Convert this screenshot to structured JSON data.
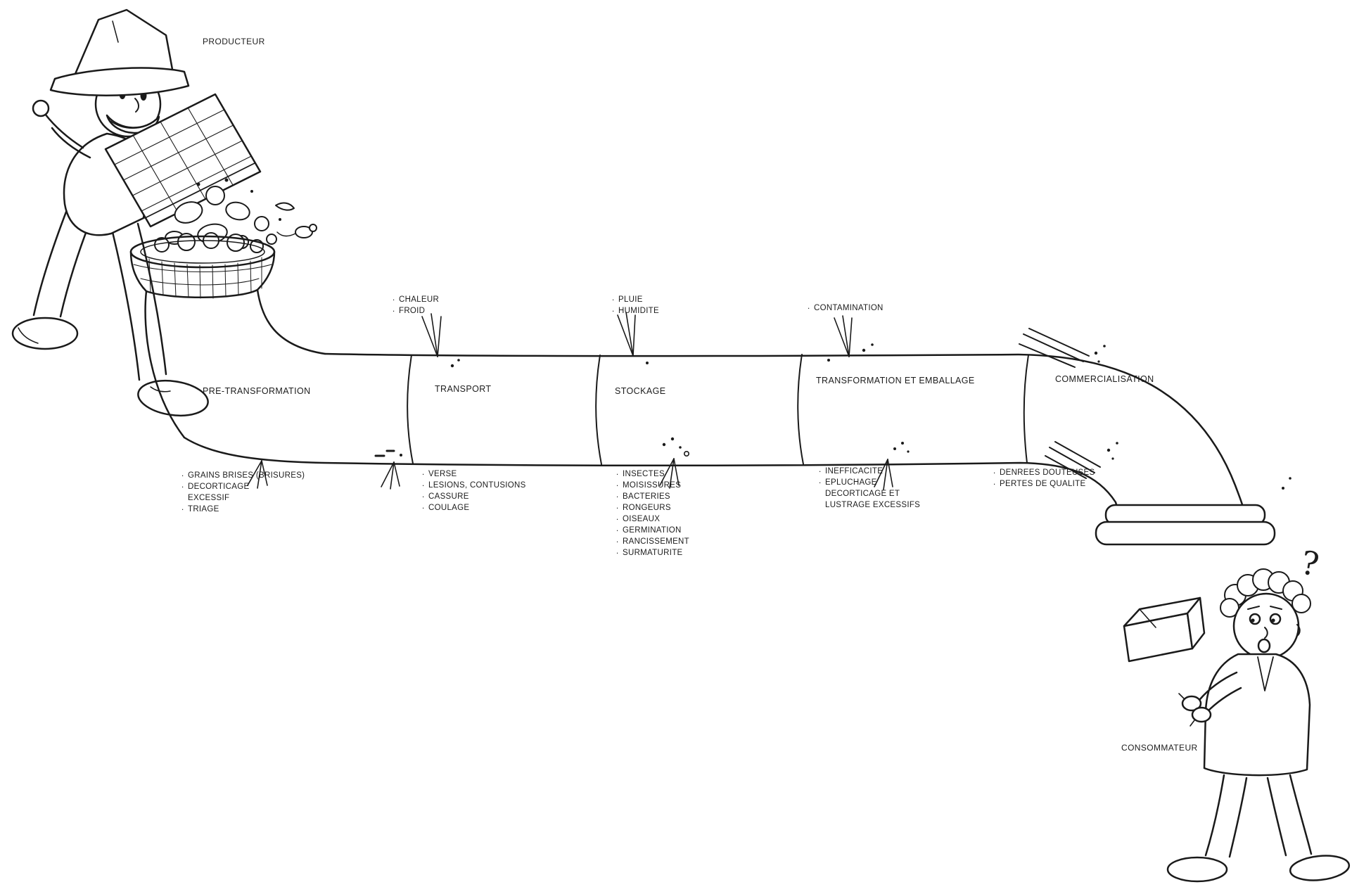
{
  "actors": {
    "producer": {
      "label": "PRODUCTEUR"
    },
    "consumer": {
      "label": "CONSOMMATEUR",
      "thought": "?"
    }
  },
  "stages": [
    {
      "label": "PRE-TRANSFORMATION",
      "hazards": [],
      "losses": [
        "GRAINS BRISES (BRISURES)",
        "DECORTICAGE\nEXCESSIF",
        "TRIAGE"
      ]
    },
    {
      "label": "TRANSPORT",
      "hazards": [
        "CHALEUR",
        "FROID"
      ],
      "losses": [
        "VERSE",
        "LESIONS, CONTUSIONS",
        "CASSURE",
        "COULAGE"
      ]
    },
    {
      "label": "STOCKAGE",
      "hazards": [
        "PLUIE",
        "HUMIDITE"
      ],
      "losses": [
        "INSECTES",
        "MOISISSURES",
        "BACTERIES",
        "RONGEURS",
        "OISEAUX",
        "GERMINATION",
        "RANCISSEMENT",
        "SURMATURITE"
      ]
    },
    {
      "label": "TRANSFORMATION ET EMBALLAGE",
      "hazards": [
        "CONTAMINATION"
      ],
      "losses": [
        "INEFFICACITE",
        "EPLUCHAGE",
        "DECORTICAGE ET\nLUSTRAGE EXCESSIFS"
      ]
    },
    {
      "label": "COMMERCIALISATION",
      "hazards": [],
      "losses": [
        "DENREES DOUTEUSES",
        "PERTES DE QUALITE"
      ]
    }
  ],
  "colors": {
    "ink": "#1a1a1a",
    "paper": "#ffffff"
  }
}
